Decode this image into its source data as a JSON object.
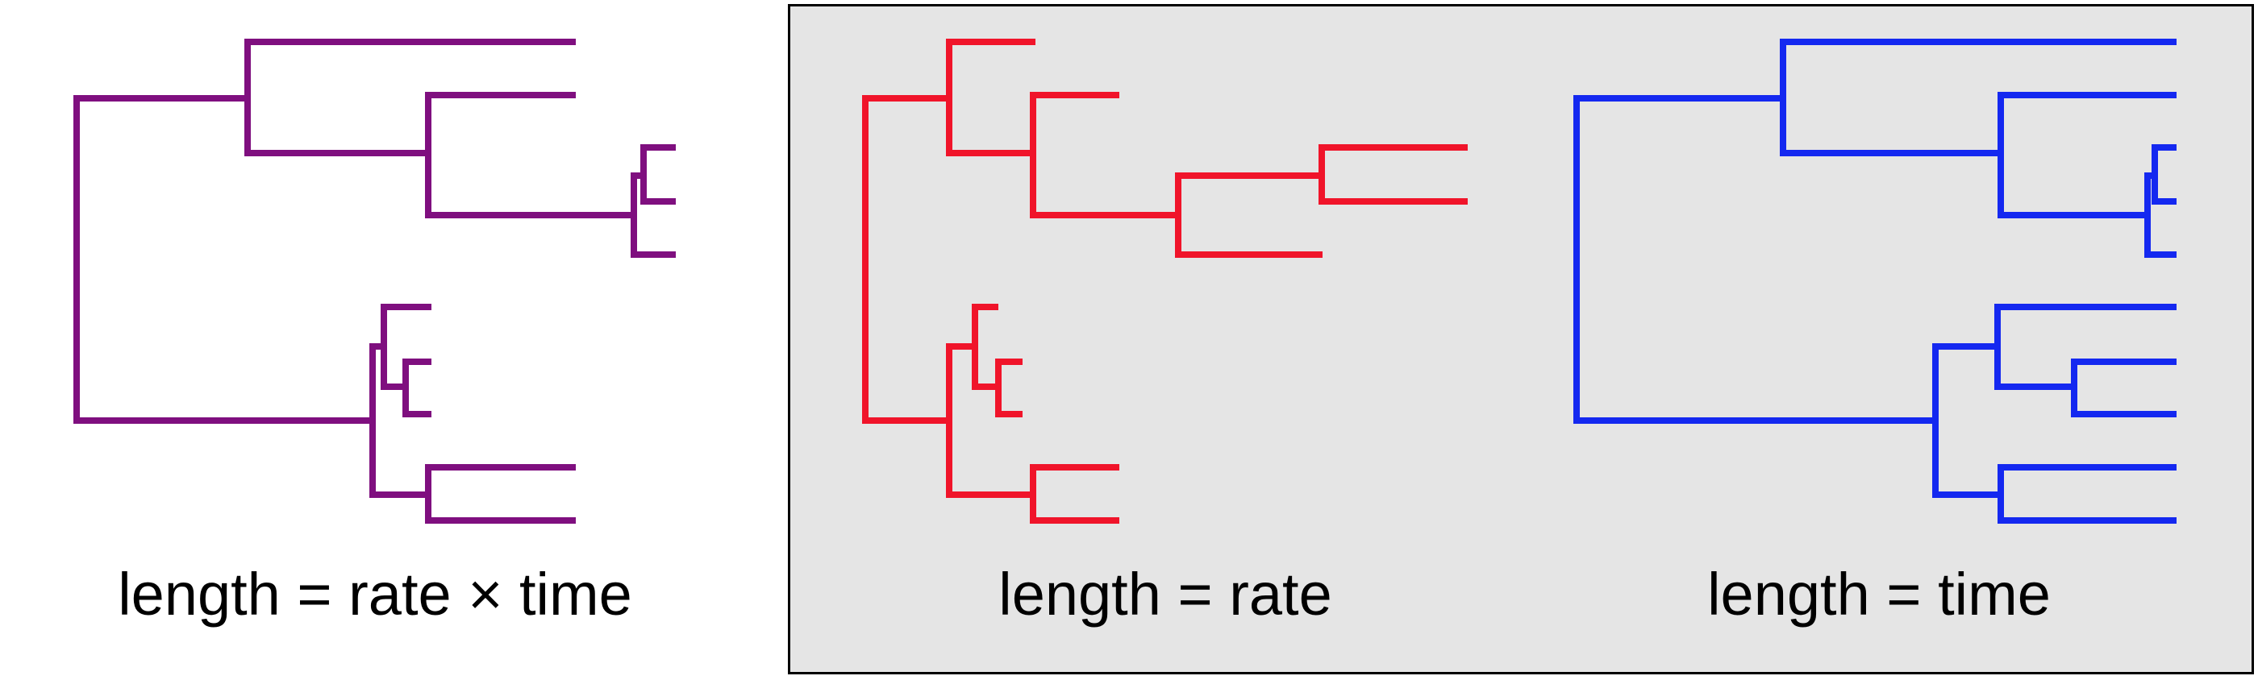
{
  "figure": {
    "background_panel_color": "#e5e5e5",
    "panels": [
      {
        "id": "rate-times-time",
        "caption": "length = rate × time",
        "tree_color": "#7f0f7f"
      },
      {
        "id": "rate",
        "caption": "length = rate",
        "tree_color": "#f0142a"
      },
      {
        "id": "time",
        "caption": "length = time",
        "tree_color": "#1428f0"
      }
    ]
  }
}
